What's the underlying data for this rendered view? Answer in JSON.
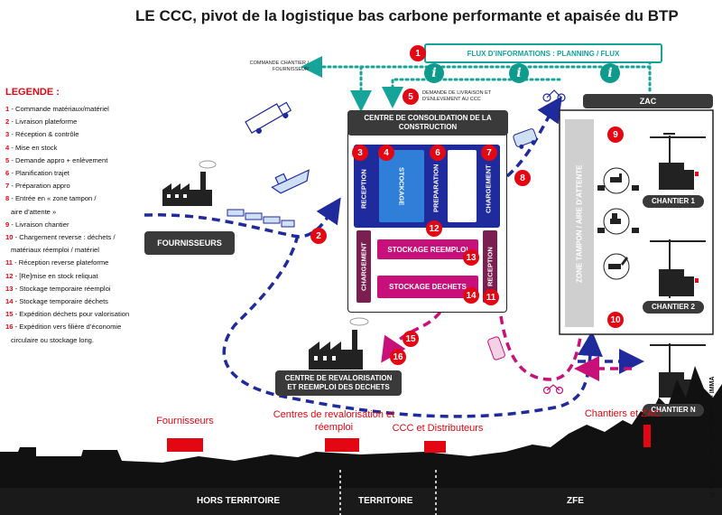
{
  "title": "LE CCC, pivot de la logistique bas carbone performante et apaisée du BTP",
  "legend": {
    "heading": "LEGENDE :",
    "items": [
      {
        "num": "1",
        "text": " - Commande matériaux/matériel"
      },
      {
        "num": "2",
        "text": " - Livraison plateforme"
      },
      {
        "num": "3",
        "text": " - Réception & contrôle"
      },
      {
        "num": "4",
        "text": " - Mise en stock"
      },
      {
        "num": "5",
        "text": " - Demande appro + enlèvement"
      },
      {
        "num": "6",
        "text": " - Planification trajet"
      },
      {
        "num": "7",
        "text": " - Préparation appro"
      },
      {
        "num": "8",
        "text": " - Entrée en « zone tampon /"
      },
      {
        "num": "",
        "text": "aire d’attente »"
      },
      {
        "num": "9",
        "text": " - Livraison chantier"
      },
      {
        "num": "10",
        "text": " - Chargement reverse : déchets /"
      },
      {
        "num": "",
        "text": "matériaux réemploi / matériel"
      },
      {
        "num": "11",
        "text": " - Réception reverse plateforme"
      },
      {
        "num": "12",
        "text": " - [Re]mise en stock reliquat"
      },
      {
        "num": "13",
        "text": " - Stockage temporaire réemploi"
      },
      {
        "num": "14",
        "text": " - Stockage temporaire déchets"
      },
      {
        "num": "15",
        "text": " - Expédition déchets pour valorisation"
      },
      {
        "num": "16",
        "text": " - Expédition vers filière d’économie"
      },
      {
        "num": "",
        "text": "circulaire ou stockage long."
      }
    ]
  },
  "flux_label": "FLUX D’INFORMATIONS : PLANNING / FLUX",
  "info_glyph": "i",
  "commande_label": "COMMANDE CHANTIER / FOURNISSEUR",
  "demande_label": "DEMANDE DE LIVRAISON ET D’ENLEVEMENT AU CCC",
  "zac_label": "ZAC",
  "ccc_label": "CENTRE DE CONSOLIDATION DE LA CONSTRUCTION",
  "zones": {
    "reception": "RECEPTION",
    "stockage": "STOCKAGE",
    "preparation": "PREPARATION",
    "chargement": "CHARGEMENT",
    "stockage_reemploi": "STOCKAGE REEMPLOI",
    "stockage_dechets": "STOCKAGE DECHETS",
    "zone_tampon": "ZONE TAMPON / AIRE D’ATTENTE"
  },
  "fournisseurs_label": "FOURNISSEURS",
  "revalorisation_label": "CENTRE DE REVALORISATION ET REEMPLOI DES DECHETS",
  "chantiers": [
    "CHANTIER 1",
    "CHANTIER 2",
    "CHANTIER N"
  ],
  "badges": [
    "1",
    "2",
    "3",
    "4",
    "5",
    "6",
    "7",
    "8",
    "9",
    "10",
    "11",
    "12",
    "13",
    "14",
    "15",
    "16"
  ],
  "copyright": "© Copyright - all rights reserved - IMMA",
  "bottom": {
    "regions": [
      "Fournisseurs",
      "Centres de revalorisation et réemploi",
      "CCC et Distributeurs",
      "Chantiers et ZAC"
    ],
    "bands": [
      "HORS TERRITOIRE",
      "TERRITOIRE",
      "ZFE"
    ]
  },
  "colors": {
    "red": "#e30613",
    "teal": "#16a39a",
    "navy": "#1f2a9c",
    "magenta": "#c8107a",
    "dark": "#3a3a3a",
    "blue": "#2f7fd8"
  }
}
